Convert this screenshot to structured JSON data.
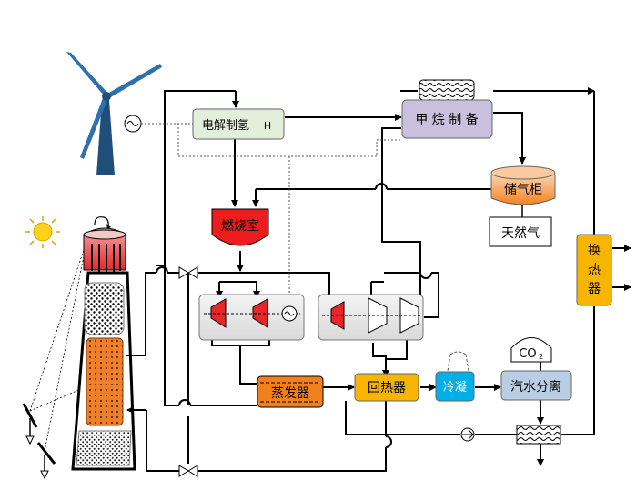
{
  "diagram": {
    "labels": {
      "electrolysis": "电解制氢",
      "electrolysis_h": "H",
      "methane": "甲 烷 制 备",
      "gas_tank": "储气柜",
      "natural_gas": "天然气",
      "combustor": "燃烧室",
      "evaporator": "蒸发器",
      "recuperator": "回热器",
      "condenser": "冷凝",
      "separator": "汽水分离",
      "co2": "CO",
      "co2_sub": "2",
      "heat_exchanger": [
        "换",
        "热",
        "器"
      ]
    },
    "colors": {
      "electrolysis_fill": "#e3efdb",
      "methane_fill": "#c9c0de",
      "tank_fill": "#f6a15f",
      "combustor_fill": "#ee1c1c",
      "evaporator_fill": "#f07f1c",
      "recuperator_fill": "#f7b500",
      "condenser_fill": "#00aee8",
      "separator_fill": "#b9cde4",
      "heat_exchanger_fill": "#f7b500",
      "turbine_red": "#e8262a",
      "receiver_core": "#f07f2a"
    }
  }
}
